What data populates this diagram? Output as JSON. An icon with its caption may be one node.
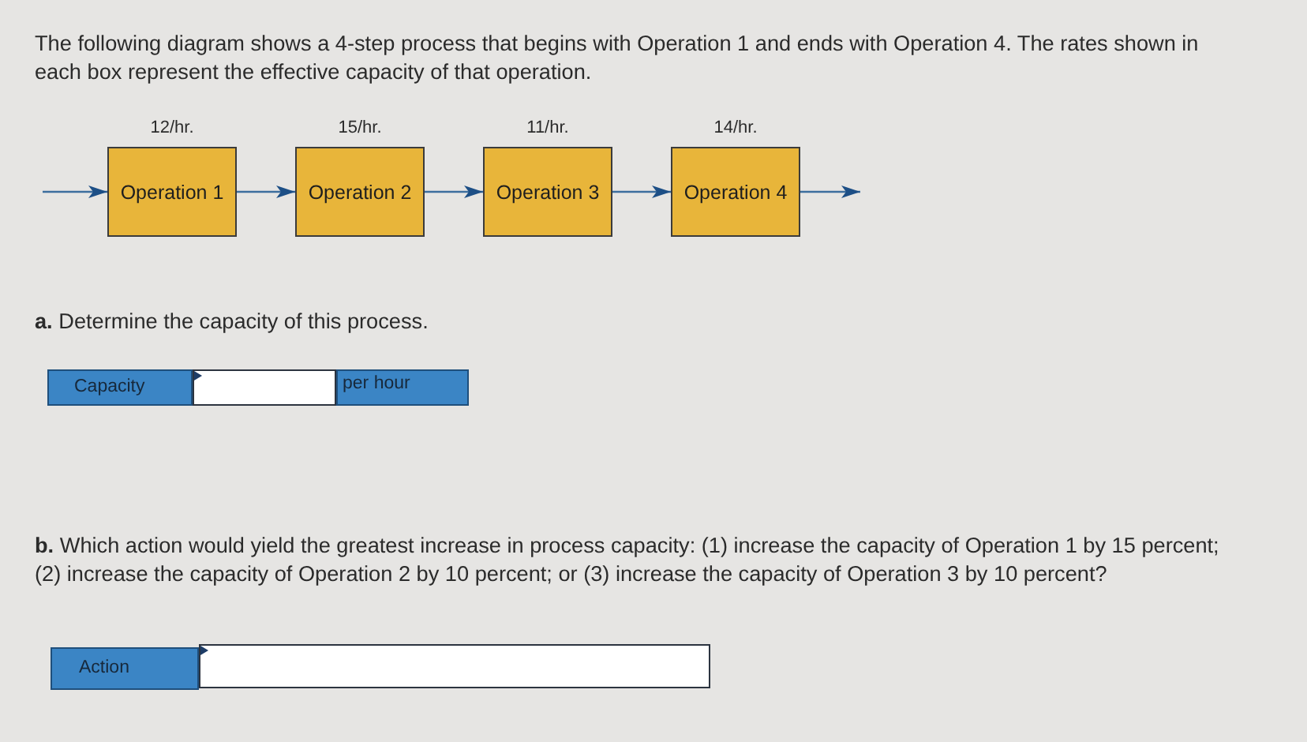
{
  "diagram": {
    "nodes": [
      {
        "text": [
          "Operation 1"
        ],
        "beside": [
          "12/hr."
        ]
      },
      {
        "text": [
          "Operation 2"
        ],
        "beside": [
          "15/hr."
        ]
      },
      {
        "text": [
          "Operation 3"
        ],
        "beside": [
          "11/hr."
        ]
      },
      {
        "text": [
          "Operation 4"
        ],
        "beside": [
          "14/hr."
        ]
      }
    ],
    "edges": [
      {
        "from": null,
        "to": 0,
        "arrow": "to"
      },
      {
        "from": 0,
        "to": 1,
        "arrow": "to"
      },
      {
        "from": 1,
        "to": 2,
        "arrow": "to"
      },
      {
        "from": 2,
        "to": 3,
        "arrow": "to"
      },
      {
        "from": 3,
        "to": null,
        "arrow": "to"
      }
    ],
    "labels": [
      "The following diagram shows a 4-step process that begins with Operation 1 and ends with Operation 4. The rates shown in each box represent the effective capacity of that operation.",
      "**a.** Determine the capacity of this process.",
      "Capacity",
      "per hour",
      "**b.** Which action would yield the greatest increase in process capacity: (1) increase the capacity of Operation 1 by 15 percent; (2) increase the capacity of Operation 2 by 10 percent; or (3) increase the capacity of Operation 3 by 10 percent?",
      "Action"
    ]
  }
}
